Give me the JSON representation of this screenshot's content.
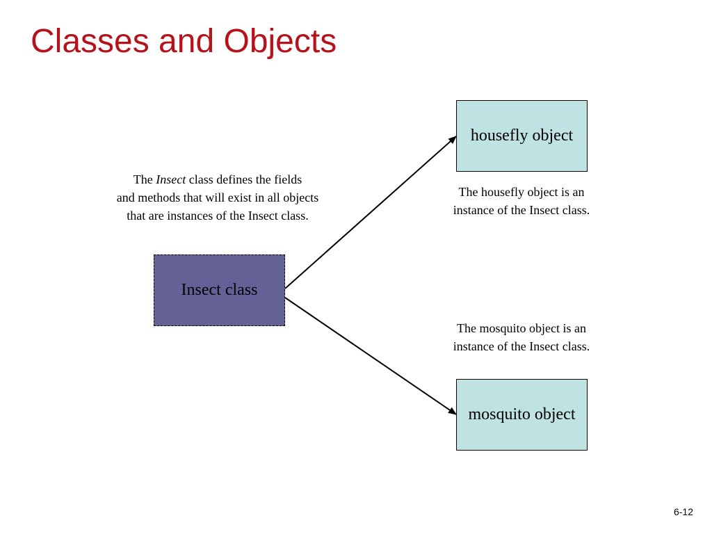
{
  "slide": {
    "title": "Classes and Objects",
    "number": "6-12"
  },
  "diagram": {
    "class_box": {
      "label": "Insect class",
      "color": "#646197"
    },
    "object_color": "#bfe2e3",
    "objects": [
      {
        "label": "housefly object",
        "note": [
          "The housefly object is an",
          "instance of the Insect class."
        ]
      },
      {
        "label": "mosquito object",
        "note": [
          "The mosquito object is an",
          "instance of the Insect class."
        ]
      }
    ],
    "class_note": {
      "line1_before": "The ",
      "line1_emphasis": "Insect",
      "line1_after": " class defines the fields",
      "line2": "and methods that will exist in all objects",
      "line3": "that are instances of the Insect class."
    }
  },
  "colors": {
    "title": "#b5121b",
    "connector": "#000000"
  }
}
